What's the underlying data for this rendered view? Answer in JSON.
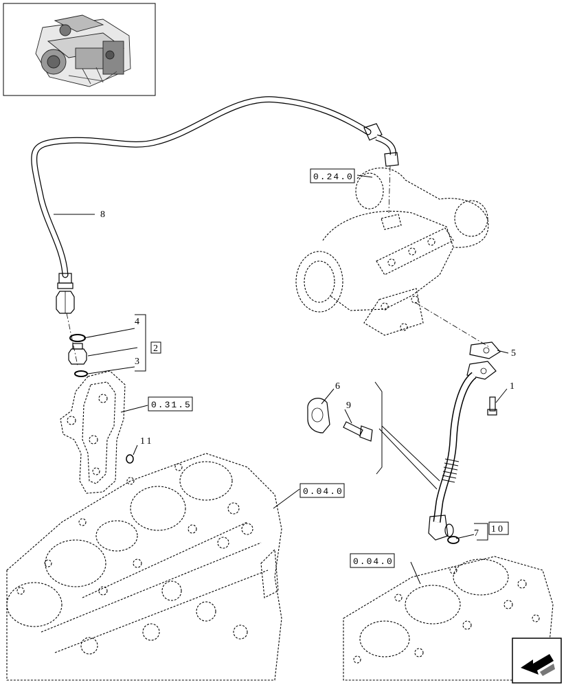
{
  "callouts": {
    "c1": "1",
    "c2": "2",
    "c3": "3",
    "c4": "4",
    "c5": "5",
    "c6": "6",
    "c7": "7",
    "c8": "8",
    "c9": "9",
    "c10": "10",
    "c11": "11"
  },
  "references": {
    "r_turbo": "0.24.0",
    "r_filter": "0.31.5",
    "r_block_a": "0.04.0",
    "r_block_b": "0.04.0"
  },
  "nav": {
    "icon": "arrow-icon"
  }
}
